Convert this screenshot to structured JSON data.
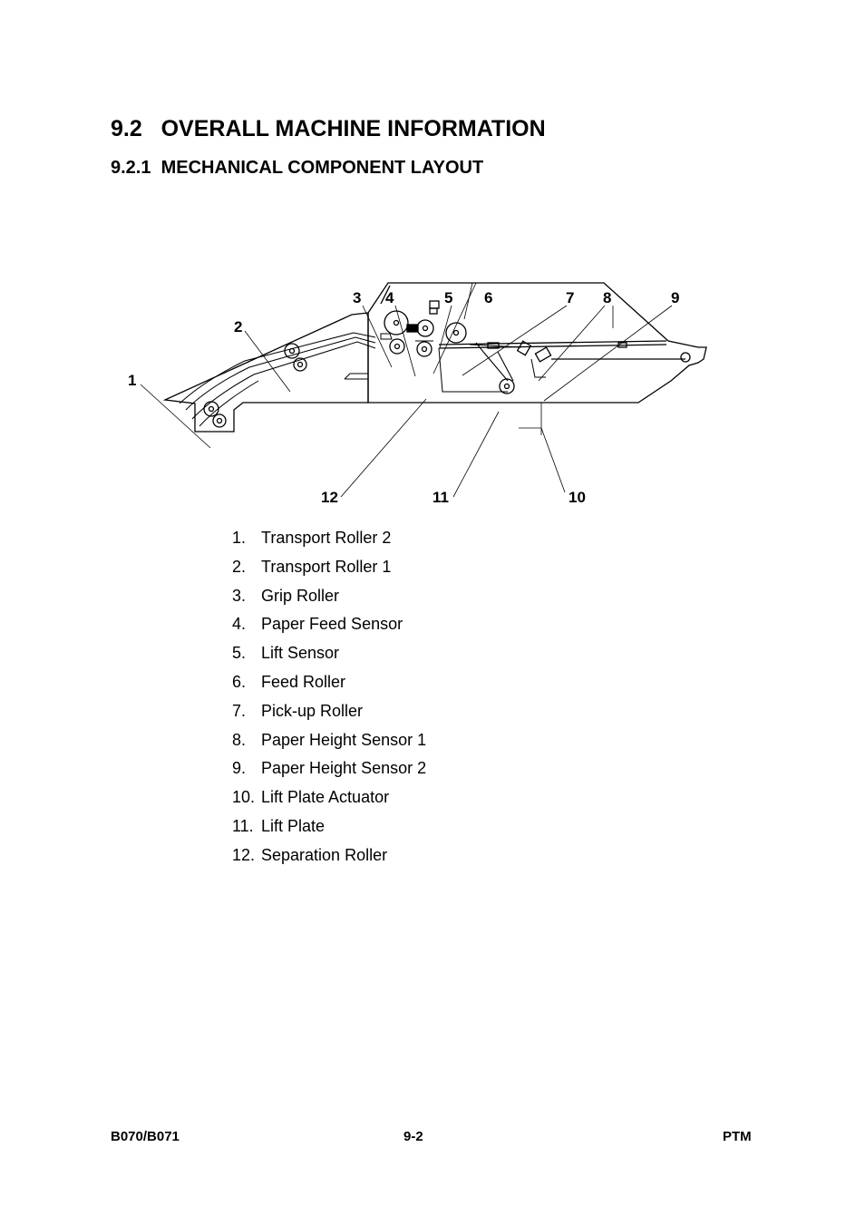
{
  "heading": {
    "section": "9.2   OVERALL MACHINE INFORMATION",
    "subsection": "9.2.1  MECHANICAL COMPONENT LAYOUT"
  },
  "diagram": {
    "callouts": [
      "1",
      "2",
      "3",
      "4",
      "5",
      "6",
      "7",
      "8",
      "9",
      "10",
      "11",
      "12"
    ]
  },
  "parts_list": [
    {
      "num": "1.",
      "label": "Transport Roller 2"
    },
    {
      "num": "2.",
      "label": "Transport Roller 1"
    },
    {
      "num": "3.",
      "label": "Grip Roller"
    },
    {
      "num": "4.",
      "label": "Paper Feed Sensor"
    },
    {
      "num": "5.",
      "label": "Lift Sensor"
    },
    {
      "num": "6.",
      "label": "Feed Roller"
    },
    {
      "num": "7.",
      "label": "Pick-up Roller"
    },
    {
      "num": "8.",
      "label": "Paper Height Sensor 1"
    },
    {
      "num": "9.",
      "label": "Paper Height Sensor 2"
    },
    {
      "num": "10.",
      "label": "Lift Plate Actuator"
    },
    {
      "num": "11.",
      "label": "Lift Plate"
    },
    {
      "num": "12.",
      "label": "Separation Roller"
    }
  ],
  "footer": {
    "left": "B070/B071",
    "center": "9-2",
    "right": "PTM"
  }
}
